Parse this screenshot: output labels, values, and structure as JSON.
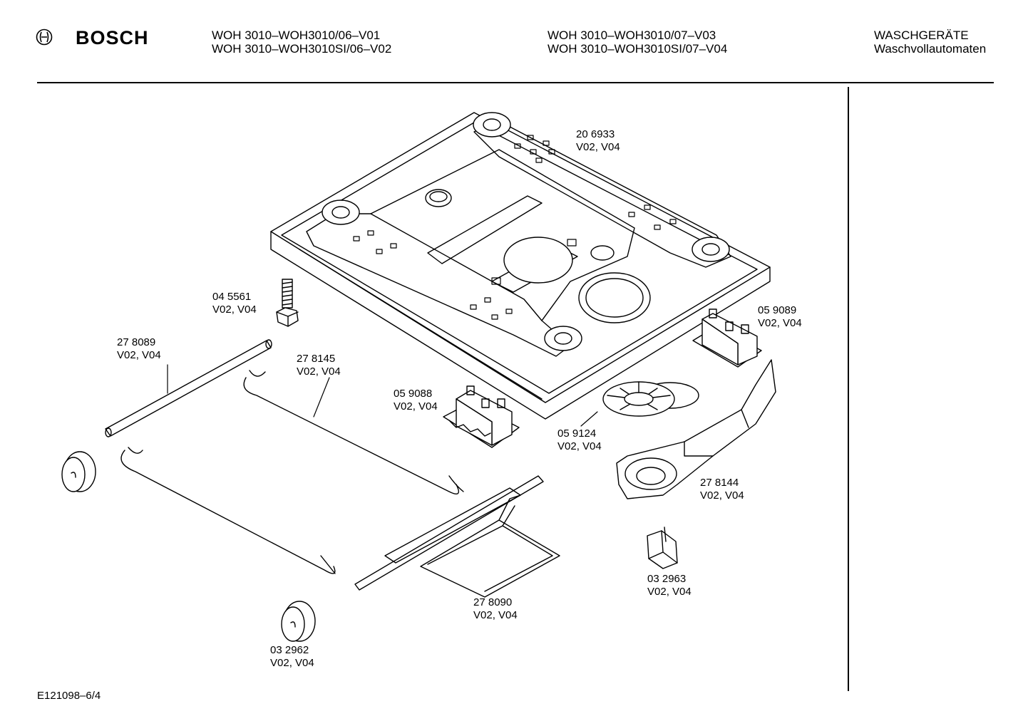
{
  "header": {
    "brand": "BOSCH",
    "models_left": [
      "WOH 3010–WOH3010/06–V01",
      "WOH 3010–WOH3010SI/06–V02"
    ],
    "models_mid": [
      "WOH 3010–WOH3010/07–V03",
      "WOH 3010–WOH3010SI/07–V04"
    ],
    "category": [
      "WASCHGERÄTE",
      "Waschvollautomaten"
    ]
  },
  "parts": [
    {
      "number": "20 6933",
      "variants": "V02, V04"
    },
    {
      "number": "04 5561",
      "variants": "V02, V04"
    },
    {
      "number": "27 8089",
      "variants": "V02, V04"
    },
    {
      "number": "27 8145",
      "variants": "V02, V04"
    },
    {
      "number": "05 9088",
      "variants": "V02, V04"
    },
    {
      "number": "05 9089",
      "variants": "V02, V04"
    },
    {
      "number": "05 9124",
      "variants": "V02, V04"
    },
    {
      "number": "27 8144",
      "variants": "V02, V04"
    },
    {
      "number": "03 2963",
      "variants": "V02, V04"
    },
    {
      "number": "27 8090",
      "variants": "V02, V04"
    },
    {
      "number": "03 2962",
      "variants": "V02, V04"
    }
  ],
  "footer": {
    "drawing_id": "E121098–6/4"
  }
}
